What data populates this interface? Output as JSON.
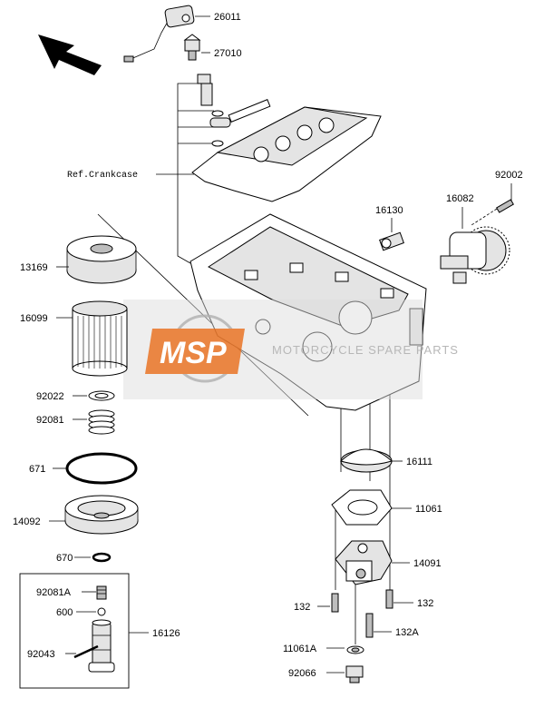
{
  "ref_label": "Ref.Crankcase",
  "watermark": {
    "brand": "MSP",
    "tagline": "MOTORCYCLE SPARE PARTS",
    "accent_color": "#e8792f"
  },
  "parts": {
    "p26011": "26011",
    "p27010": "27010",
    "p92002": "92002",
    "p16082": "16082",
    "p16130": "16130",
    "p13169": "13169",
    "p16099": "16099",
    "p92022": "92022",
    "p92081": "92081",
    "p671": "671",
    "p14092": "14092",
    "p670": "670",
    "p92081A": "92081A",
    "p600": "600",
    "p16126": "16126",
    "p92043": "92043",
    "p16111": "16111",
    "p11061": "11061",
    "p14091": "14091",
    "p132L": "132",
    "p132R": "132",
    "p132A": "132A",
    "p11061A": "11061A",
    "p92066": "92066"
  }
}
